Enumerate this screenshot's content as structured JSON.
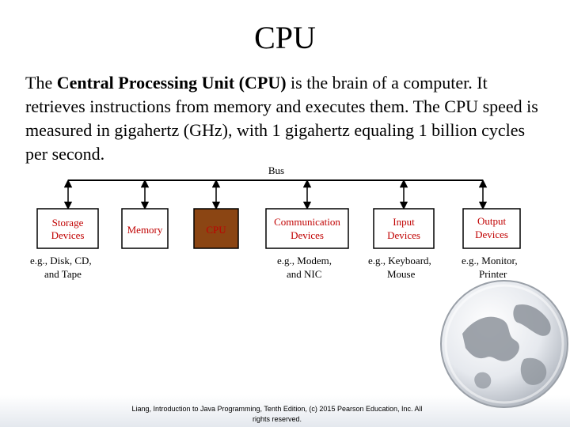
{
  "slide": {
    "title": "CPU",
    "paragraph": {
      "lead": "The ",
      "bold": "Central Processing Unit (CPU)",
      "rest": " is the brain of a computer. It retrieves instructions from memory and executes them. The CPU speed is measured in gigahertz (GHz), with 1 gigahertz equaling 1 billion cycles per second."
    },
    "footer": {
      "line1": "Liang, Introduction to Java Programming, Tenth Edition, (c) 2015 Pearson Education, Inc. All",
      "line2": "rights reserved."
    }
  },
  "diagram": {
    "bus_label": "Bus",
    "boxes": {
      "storage": [
        "Storage",
        "Devices"
      ],
      "memory": [
        "Memory"
      ],
      "cpu": [
        "CPU"
      ],
      "communication": [
        "Communication",
        "Devices"
      ],
      "input": [
        "Input",
        "Devices"
      ],
      "output": [
        "Output",
        "Devices"
      ]
    },
    "captions": {
      "storage": [
        "e.g., Disk, CD,",
        "and Tape"
      ],
      "communication": [
        "e.g., Modem,",
        "and NIC"
      ],
      "input": [
        "e.g., Keyboard,",
        "Mouse"
      ],
      "output": [
        "e.g., Monitor,",
        "Printer"
      ]
    }
  },
  "colors": {
    "box_label": "#c00000",
    "cpu_fill": "#8b4513",
    "box_border": "#000000"
  }
}
